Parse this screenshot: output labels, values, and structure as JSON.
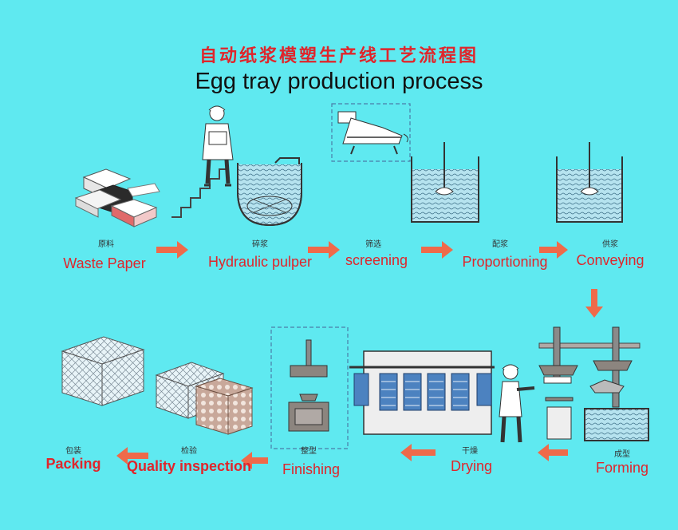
{
  "title_cn": "自动纸浆模塑生产线工艺流程图",
  "title_en": "Egg tray production process",
  "steps": [
    {
      "en": "Waste Paper",
      "cn": "原料"
    },
    {
      "en": "Hydraulic pulper",
      "cn": "碎浆"
    },
    {
      "en": "screening",
      "cn": "筛选"
    },
    {
      "en": "Proportioning",
      "cn": "配浆"
    },
    {
      "en": "Conveying",
      "cn": "供浆"
    },
    {
      "en": "Forming",
      "cn": "成型"
    },
    {
      "en": "Drying",
      "cn": "干燥"
    },
    {
      "en": "Finishing",
      "cn": "整型"
    },
    {
      "en": "Quality inspection",
      "cn": "检验"
    },
    {
      "en": "Packing",
      "cn": "包装"
    }
  ],
  "colors": {
    "background": "#5fe9f0",
    "label": "#e0252b",
    "arrow": "#ef6a4a",
    "outline": "#4a5560",
    "water": "#a8d8e8"
  }
}
